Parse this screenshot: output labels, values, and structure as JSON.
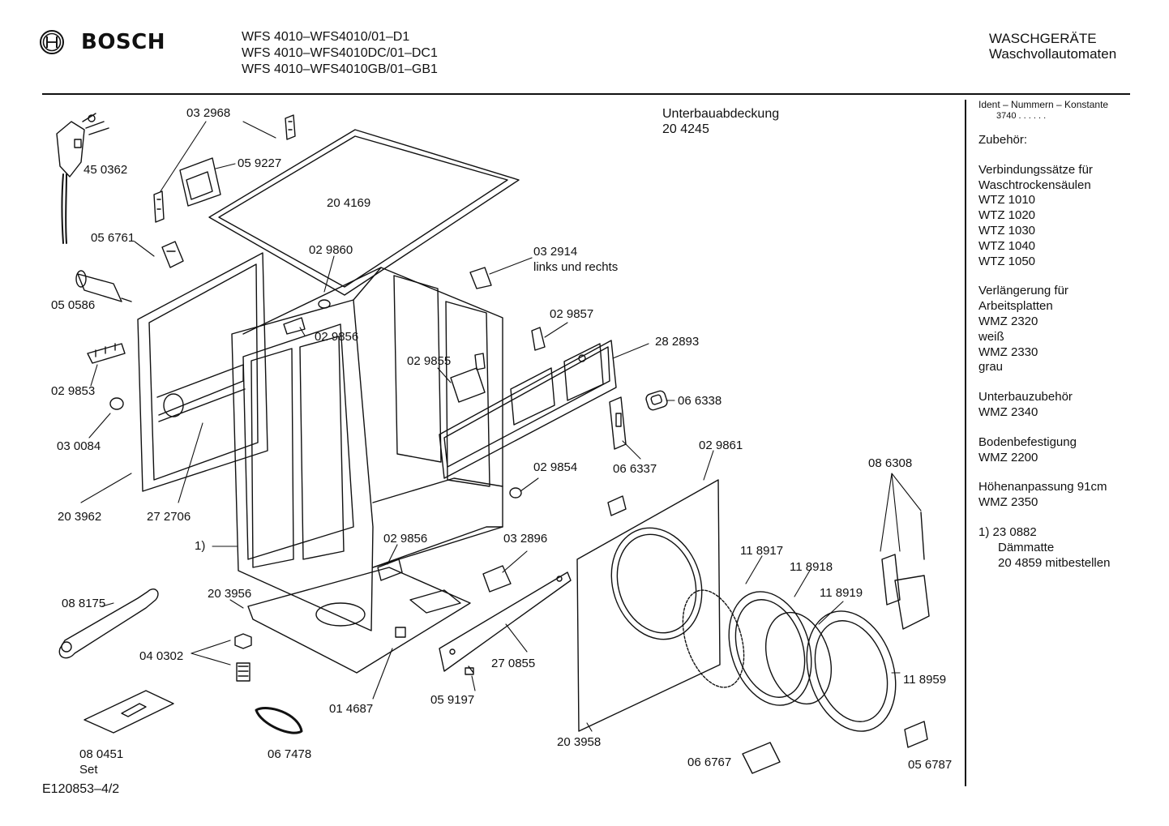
{
  "header": {
    "brand": "BOSCH",
    "models": [
      "WFS 4010–WFS4010/01–D1",
      "WFS 4010–WFS4010DC/01–DC1",
      "WFS 4010–WFS4010GB/01–GB1"
    ],
    "category": "WASCHGERÄTE",
    "subcategory": "Waschvollautomaten"
  },
  "parts": [
    {
      "id": "p-032968",
      "text": "03 2968"
    },
    {
      "id": "p-450362",
      "text": "45 0362"
    },
    {
      "id": "p-059227",
      "text": "05 9227"
    },
    {
      "id": "p-204169",
      "text": "20 4169"
    },
    {
      "id": "p-056761",
      "text": "05 6761"
    },
    {
      "id": "p-029860",
      "text": "02 9860"
    },
    {
      "id": "p-050586",
      "text": "05 0586"
    },
    {
      "id": "p-032914",
      "text": "03 2914"
    },
    {
      "id": "p-linksrechts",
      "text": "links und rechts"
    },
    {
      "id": "p-029857",
      "text": "02 9857"
    },
    {
      "id": "p-029856a",
      "text": "02 9856"
    },
    {
      "id": "p-029855",
      "text": "02 9855"
    },
    {
      "id": "p-282893",
      "text": "28 2893"
    },
    {
      "id": "p-029853",
      "text": "02 9853"
    },
    {
      "id": "p-066338",
      "text": "06 6338"
    },
    {
      "id": "p-030084",
      "text": "03 0084"
    },
    {
      "id": "p-029861",
      "text": "02 9861"
    },
    {
      "id": "p-066337",
      "text": "06 6337"
    },
    {
      "id": "p-029854",
      "text": "02 9854"
    },
    {
      "id": "p-086308",
      "text": "08 6308"
    },
    {
      "id": "p-203962",
      "text": "20 3962"
    },
    {
      "id": "p-272706",
      "text": "27 2706"
    },
    {
      "id": "p-ref1",
      "text": "1)"
    },
    {
      "id": "p-029856b",
      "text": "02 9856"
    },
    {
      "id": "p-032896",
      "text": "03 2896"
    },
    {
      "id": "p-118917",
      "text": "11 8917"
    },
    {
      "id": "p-118918",
      "text": "11 8918"
    },
    {
      "id": "p-118919",
      "text": "11 8919"
    },
    {
      "id": "p-088175",
      "text": "08 8175"
    },
    {
      "id": "p-203956",
      "text": "20 3956"
    },
    {
      "id": "p-040302",
      "text": "04 0302"
    },
    {
      "id": "p-270855",
      "text": "27 0855"
    },
    {
      "id": "p-118959",
      "text": "11 8959"
    },
    {
      "id": "p-014687",
      "text": "01 4687"
    },
    {
      "id": "p-059197",
      "text": "05 9197"
    },
    {
      "id": "p-203958",
      "text": "20 3958"
    },
    {
      "id": "p-080451",
      "text": "08  0451"
    },
    {
      "id": "p-set",
      "text": "Set"
    },
    {
      "id": "p-067478",
      "text": "06 7478"
    },
    {
      "id": "p-066767",
      "text": "06 6767"
    },
    {
      "id": "p-056787",
      "text": "05 6787"
    }
  ],
  "unterbau": {
    "title": "Unterbauabdeckung",
    "number": "20 4245"
  },
  "sidebar": {
    "ident": "Ident – Nummern – Konstante",
    "ident_value": "3740  .  .  .  .  .  .",
    "zubehoer": "Zubehör:",
    "groups": [
      [
        "Verbindungssätze für",
        "Waschtrockensäulen",
        "WTZ 1010",
        "WTZ 1020",
        "WTZ 1030",
        "WTZ 1040",
        "WTZ 1050"
      ],
      [
        "Verlängerung für",
        "Arbeitsplatten",
        "WMZ 2320",
        "weiß",
        "WMZ 2330",
        "grau"
      ],
      [
        "Unterbauzubehör",
        "WMZ 2340"
      ],
      [
        "Bodenbefestigung",
        "WMZ 2200"
      ],
      [
        "Höhenanpassung  91cm",
        "WMZ 2350"
      ]
    ],
    "footnote": [
      "1)  23 0882",
      "Dämmatte",
      "20 4859 mitbestellen"
    ]
  },
  "footer": {
    "drawing_id": "E120853–4/2"
  }
}
